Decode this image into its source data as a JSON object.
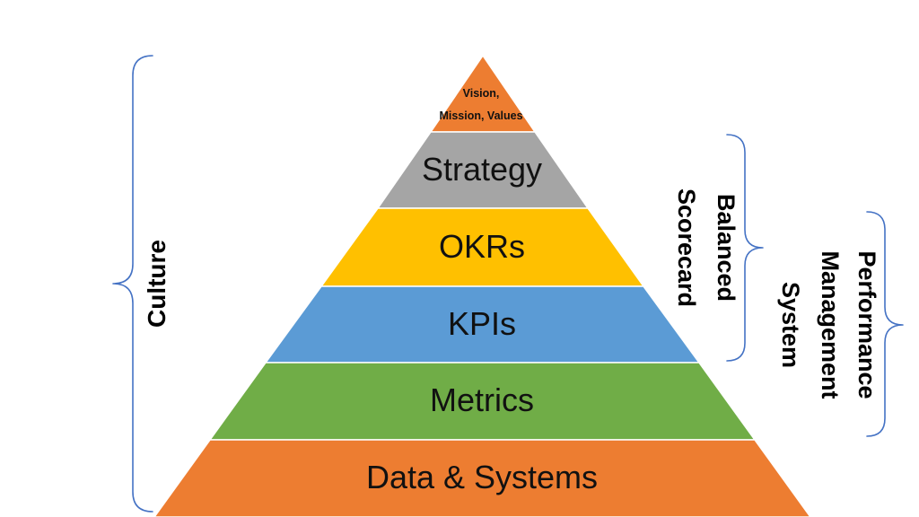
{
  "pyramid": {
    "layers": [
      {
        "label": "Vision, Mission, Values",
        "lines": [
          "Vision,",
          "Mission, Values"
        ],
        "color": "#ED7D31"
      },
      {
        "label": "Strategy",
        "lines": [
          "Strategy"
        ],
        "color": "#A5A5A5"
      },
      {
        "label": "OKRs",
        "lines": [
          "OKRs"
        ],
        "color": "#FFC000"
      },
      {
        "label": "KPIs",
        "lines": [
          "KPIs"
        ],
        "color": "#5B9BD5"
      },
      {
        "label": "Metrics",
        "lines": [
          "Metrics"
        ],
        "color": "#70AD47"
      },
      {
        "label": "Data & Systems",
        "lines": [
          "Data & Systems"
        ],
        "color": "#ED7D31"
      }
    ]
  },
  "brackets": {
    "culture": {
      "label": "Culture"
    },
    "balanced_scorecard": {
      "lines": [
        "Balanced",
        "Scorecard"
      ]
    },
    "performance_management": {
      "lines": [
        "Performance",
        "Management",
        "System"
      ]
    }
  },
  "colors": {
    "brace": "#4472C4",
    "layer_divider": "#ffffff",
    "text": "#111111"
  }
}
